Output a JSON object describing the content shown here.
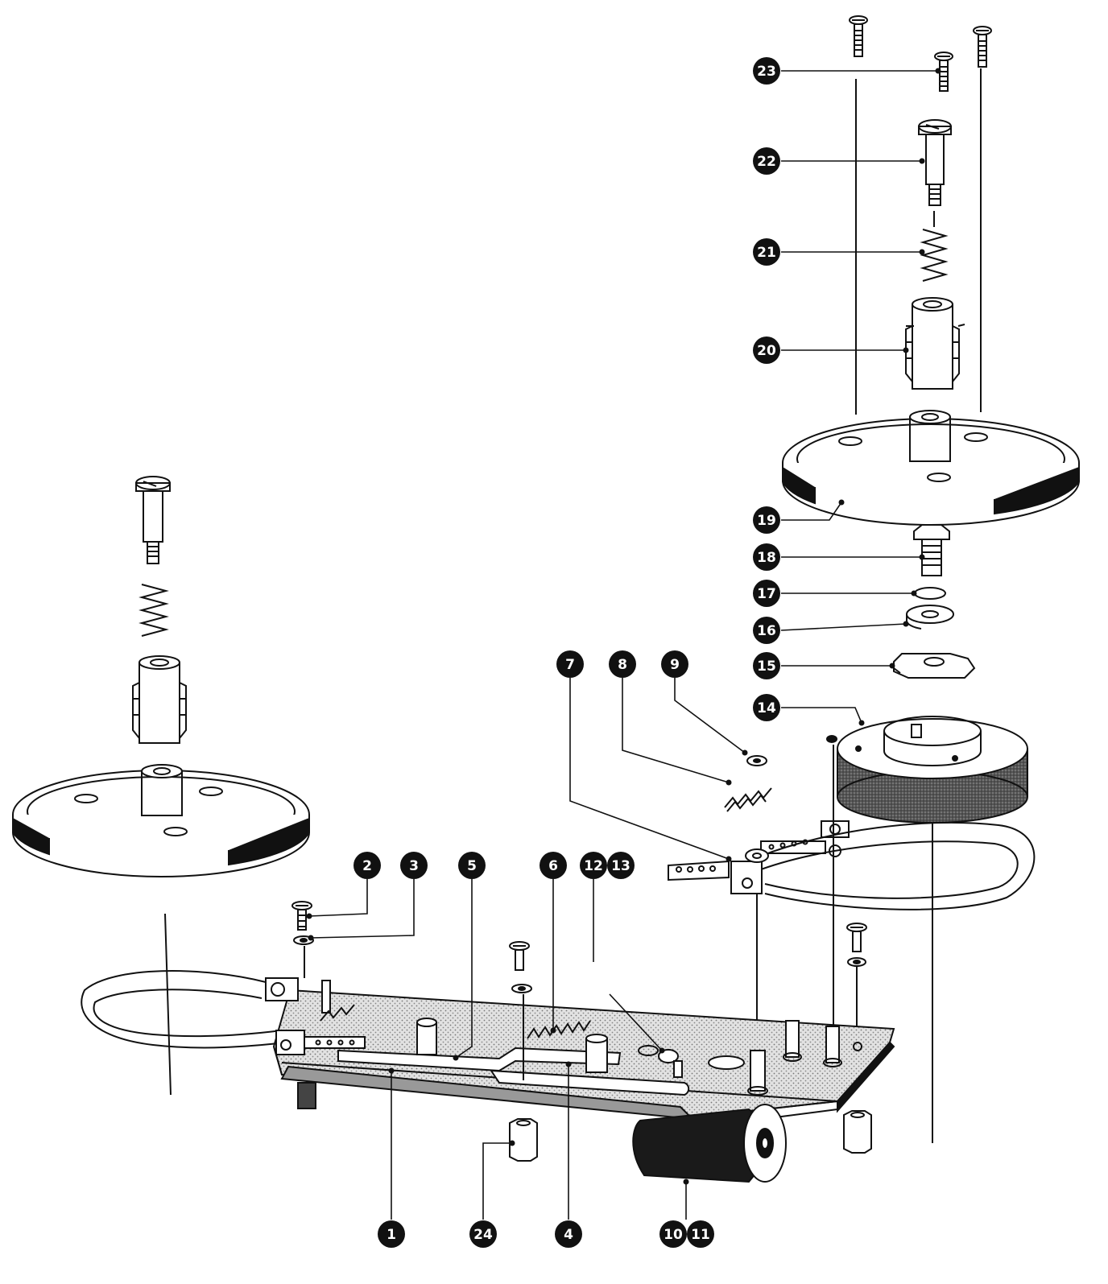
{
  "callouts": [
    {
      "id": "1",
      "label": "1"
    },
    {
      "id": "2",
      "label": "2"
    },
    {
      "id": "3",
      "label": "3"
    },
    {
      "id": "4",
      "label": "4"
    },
    {
      "id": "5",
      "label": "5"
    },
    {
      "id": "6",
      "label": "6"
    },
    {
      "id": "7",
      "label": "7"
    },
    {
      "id": "8",
      "label": "8"
    },
    {
      "id": "9",
      "label": "9"
    },
    {
      "id": "10",
      "label": "10"
    },
    {
      "id": "11",
      "label": "11"
    },
    {
      "id": "12",
      "label": "12"
    },
    {
      "id": "13",
      "label": "13"
    },
    {
      "id": "14",
      "label": "14"
    },
    {
      "id": "15",
      "label": "15"
    },
    {
      "id": "16",
      "label": "16"
    },
    {
      "id": "17",
      "label": "17"
    },
    {
      "id": "18",
      "label": "18"
    },
    {
      "id": "19",
      "label": "19"
    },
    {
      "id": "20",
      "label": "20"
    },
    {
      "id": "21",
      "label": "21"
    },
    {
      "id": "22",
      "label": "22"
    },
    {
      "id": "23",
      "label": "23"
    },
    {
      "id": "24",
      "label": "24"
    }
  ],
  "colors": {
    "ink": "#111111",
    "plate": "#c9c9c9",
    "paper": "#ffffff"
  }
}
